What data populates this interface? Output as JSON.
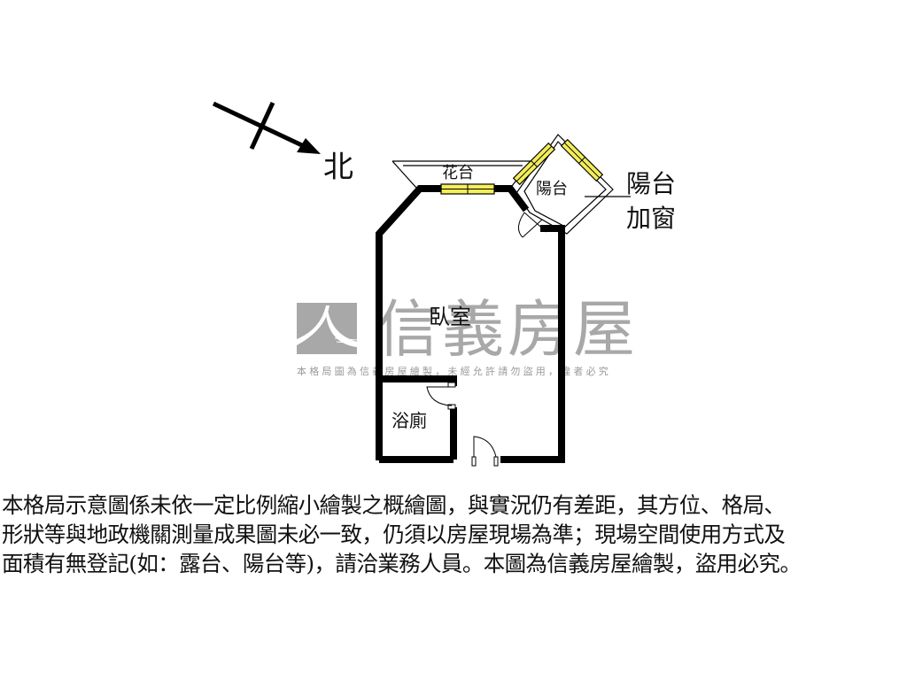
{
  "compass": {
    "label": "北"
  },
  "rooms": {
    "planter": "花台",
    "balcony": "陽台",
    "bedroom": "臥室",
    "bathroom": "浴廁"
  },
  "annotations": {
    "balcony_window_line1": "陽台",
    "balcony_window_line2": "加窗"
  },
  "watermark": {
    "brand": "信義房屋",
    "notice": "本格局圖為信義房屋繪製，未經允許請勿盜用，違者必究"
  },
  "disclaimer": {
    "lines": [
      "本格局示意圖係未依一定比例縮小繪製之概繪圖，與實況仍有差距，其方位、格局、",
      "形狀等與地政機關測量成果圖未必一致，仍須以房屋現場為準；現場空間使用方式及",
      "面積有無登記(如：露台、陽台等)，請洽業務人員。本圖為信義房屋繪製，盜用必究。"
    ]
  },
  "colors": {
    "wall": "#000000",
    "window_fill": "#f3ee5a",
    "watermark_gray": "#a8a8a8",
    "background": "#ffffff"
  }
}
